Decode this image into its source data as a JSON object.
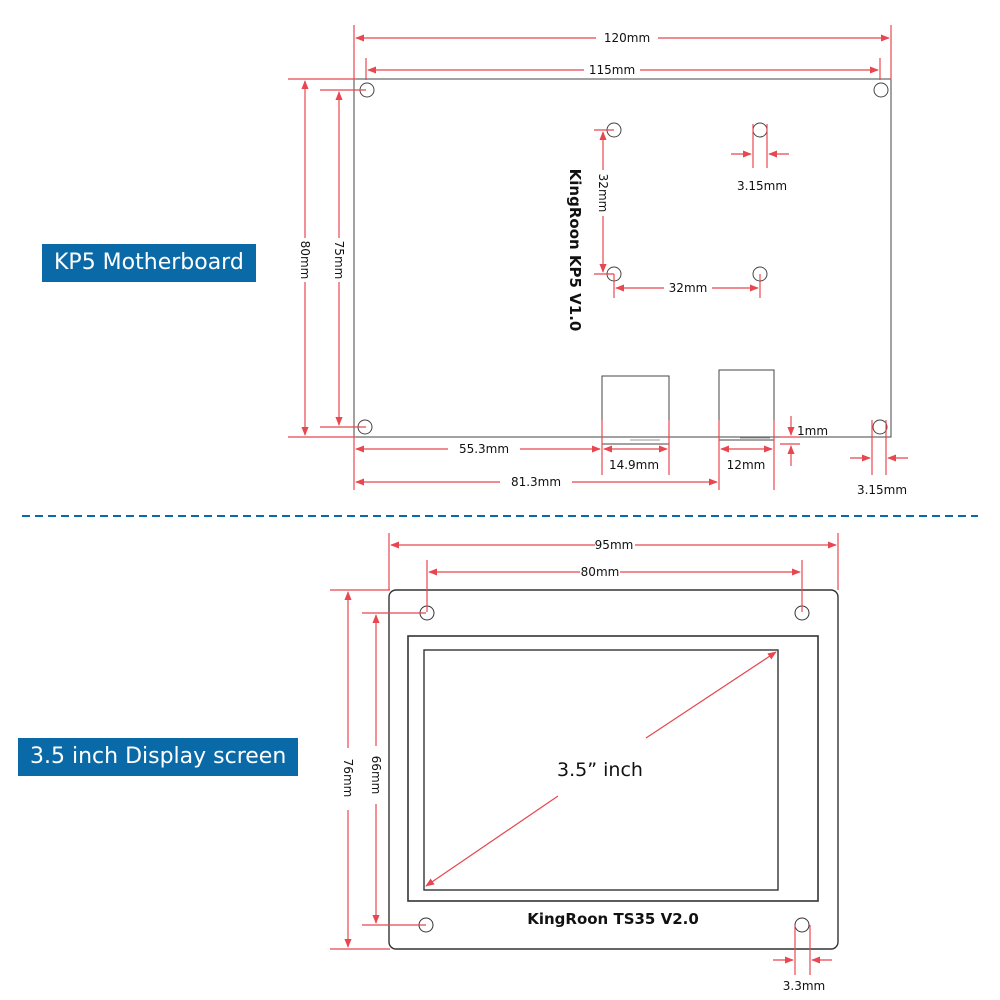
{
  "colors": {
    "dimension_line": "#e8474f",
    "label_background": "#0a6aa8",
    "label_text": "#ffffff",
    "outline": "#444444",
    "divider": "#0a6aa8"
  },
  "motherboard": {
    "section_label": "KP5 Motherboard",
    "board_name": "KingRoon KP5 V1.0",
    "dims": {
      "overall_width": "120mm",
      "hole_span_width": "115mm",
      "overall_height": "80mm",
      "hole_span_height": "75mm",
      "vertical_spacing": "32mm",
      "horizontal_spacing": "32mm",
      "hole_diameter_top": "3.15mm",
      "hole_diameter_bottom": "3.15mm",
      "port1_offset": "55.3mm",
      "port1_width": "14.9mm",
      "port2_offset": "81.3mm",
      "port2_width": "12mm",
      "port_overhang": "1mm"
    }
  },
  "display": {
    "section_label": "3.5 inch Display screen",
    "board_name": "KingRoon TS35 V2.0",
    "diagonal": "3.5”  inch",
    "dims": {
      "overall_width": "95mm",
      "hole_span_width": "80mm",
      "overall_height": "76mm",
      "hole_span_height": "66mm",
      "hole_diameter": "3.3mm"
    }
  }
}
